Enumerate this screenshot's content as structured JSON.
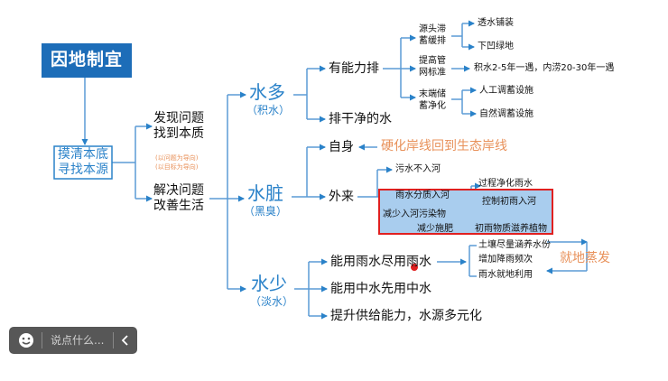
{
  "root": {
    "title": "因地制宜"
  },
  "stage1": {
    "line1": "摸清本底",
    "line2": "寻找本源"
  },
  "stage2": {
    "discover": {
      "line1": "发现问题",
      "line2": "找到本质"
    },
    "hint1": "(以问题为导向)",
    "hint2": "(以目标为导向)",
    "solve": {
      "line1": "解决问题",
      "line2": "改善生活"
    }
  },
  "water_more": {
    "title": "水多",
    "sub": "（积水）",
    "capable": "有能力排",
    "incapable": "排干净的水",
    "source": {
      "line1": "源头滞",
      "line2": "蓄缓排"
    },
    "pipe": {
      "line1": "提高管",
      "line2": "网标准"
    },
    "end": {
      "line1": "末端储",
      "line2": "蓄净化"
    },
    "permeable": "透水铺装",
    "sunken": "下凹绿地",
    "standard": "积水2-5年一遇，内涝20-30年一遇",
    "artificial": "人工调蓄设施",
    "natural": "自然调蓄设施"
  },
  "water_dirty": {
    "title": "水脏",
    "sub": "（黑臭）",
    "self": "自身",
    "self_fix": "硬化岸线回到生态岸线",
    "external": "外来",
    "sewage": "污水不入河",
    "rain_split": "雨水分质入河",
    "reduce_pollutant": "减少入河污染物",
    "reduce_fert": "减少施肥",
    "purify": "过程净化雨水",
    "control": "控制初雨入河",
    "initial": "初雨物质滋养植物"
  },
  "water_less": {
    "title": "水少",
    "sub": "（淡水）",
    "rain": "能用雨水尽用雨水",
    "grey": "能用中水先用中水",
    "supply": "提升供给能力，水源多元化",
    "soil": "土壤尽量涵养水份",
    "increase": "增加降雨频次",
    "local": "雨水就地利用",
    "evap": "就地蒸发"
  },
  "chat": {
    "placeholder": "说点什么..."
  },
  "colors": {
    "primary": "#2a82c9",
    "accent": "#e8915a",
    "highlight_border": "#e02020",
    "highlight_fill": "#a9cdee",
    "root_fill": "#1d6db8"
  }
}
